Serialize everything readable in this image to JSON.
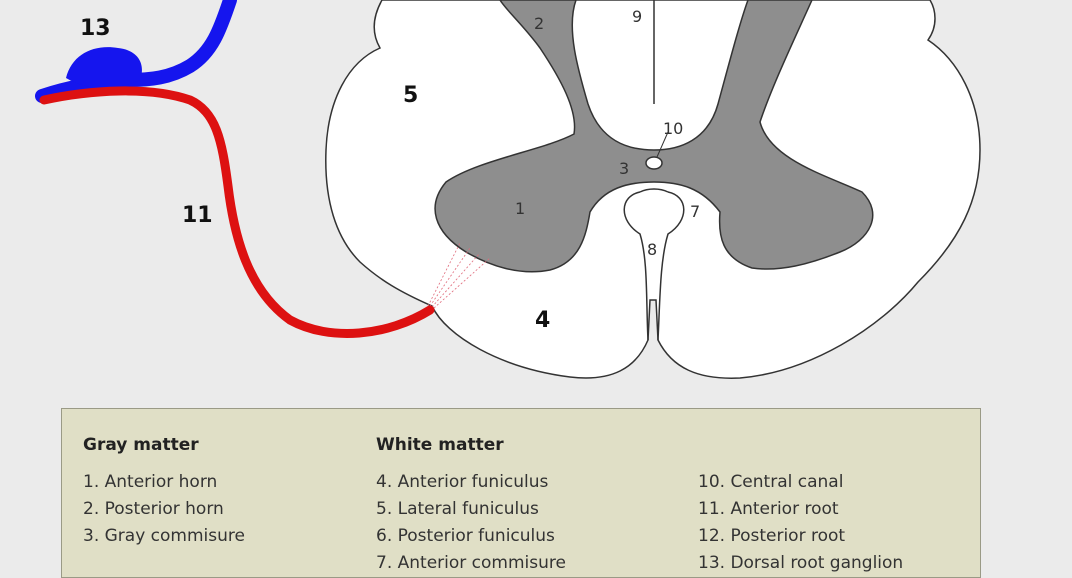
{
  "diagram": {
    "labels": {
      "gray_matter": "1",
      "posterior_horn": "2",
      "gray_commissure": "3",
      "anterior_funiculus": "4",
      "lateral_funiculus": "5",
      "anterior_commissure": "7",
      "anterior_median_fissure": "8",
      "posterior_septum": "9",
      "central_canal": "10",
      "anterior_root": "11",
      "dorsal_root_ganglion": "13"
    },
    "colors": {
      "gray_matter": "#8e8e8e",
      "anterior_root": "#dd1111",
      "posterior_root": "#1515ee",
      "background": "#ebebeb",
      "legend_bg": "#e0dfc6"
    }
  },
  "legend": {
    "gray_heading": "Gray matter",
    "gray_items": [
      "1. Anterior horn",
      "2. Posterior horn",
      "3. Gray commisure"
    ],
    "white_heading": "White matter",
    "white_items": [
      "4. Anterior funiculus",
      "5. Lateral funiculus",
      "6. Posterior funiculus",
      "7. Anterior commisure"
    ],
    "other_items": [
      "10. Central canal",
      "11. Anterior root",
      "12. Posterior root",
      "13. Dorsal root ganglion"
    ]
  }
}
